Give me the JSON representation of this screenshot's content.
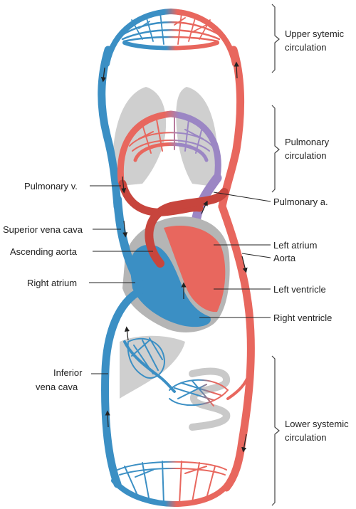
{
  "labels": {
    "upper_circulation": [
      "Upper sytemic",
      "circulation"
    ],
    "pulmonary_circulation": [
      "Pulmonary",
      "circulation"
    ],
    "pulmonary_vein": "Pulmonary v.",
    "pulmonary_artery": "Pulmonary a.",
    "superior_vena_cava": "Superior vena cava",
    "ascending_aorta": "Ascending aorta",
    "left_atrium": "Left atrium",
    "aorta": "Aorta",
    "right_atrium": "Right atrium",
    "left_ventricle": "Left ventricle",
    "right_ventricle": "Right ventricle",
    "inferior_vena_cava": [
      "Inferior",
      "vena cava"
    ],
    "lower_circulation": [
      "Lower systemic",
      "circulation"
    ]
  },
  "colors": {
    "arterial": "#e8675e",
    "arterial_dark": "#c7453d",
    "venous": "#3b8fc4",
    "venous_dark": "#1f6a9c",
    "deoxygenated_pulmonary": "#9b86c4",
    "organ_gray": "#c9c9c9",
    "heart_outline": "#a9a9a9"
  }
}
